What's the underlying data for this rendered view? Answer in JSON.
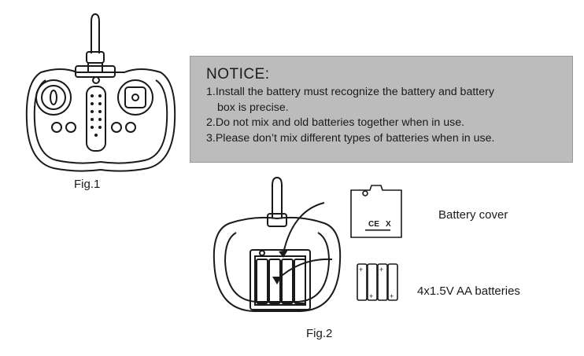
{
  "figures": {
    "fig1_caption": "Fig.1",
    "fig2_caption": "Fig.2"
  },
  "notice": {
    "title": "NOTICE:",
    "lines": [
      "1.Install the battery must recognize the battery and battery",
      "box is precise.",
      "2.Do not mix and old batteries together when in use.",
      "3.Please don’t mix different types of batteries when in use."
    ]
  },
  "labels": {
    "battery_cover": "Battery cover",
    "batteries": "4x1.5V AA batteries"
  },
  "icons": {
    "fig1": "transmitter-front-icon",
    "fig2": "transmitter-battery-compartment-icon",
    "cover": "battery-cover-icon",
    "batteries": "aa-batteries-icon"
  },
  "colors": {
    "notice_background": "#bcbcbc",
    "line_art": "#1a1a1a"
  }
}
